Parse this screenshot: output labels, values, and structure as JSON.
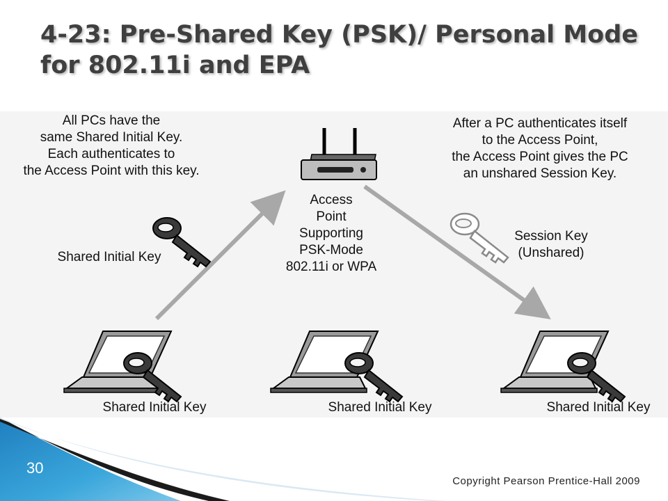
{
  "slide": {
    "title": "4-23: Pre-Shared Key (PSK)/ Personal Mode for 802.11i and EPA",
    "number": "30",
    "copyright": "Copyright Pearson Prentice-Hall 2009"
  },
  "diagram": {
    "left_note": [
      "All PCs have the",
      "same Shared Initial Key.",
      "Each authenticates to",
      "the Access Point with this key."
    ],
    "right_note": [
      "After a PC authenticates itself",
      "to the Access Point,",
      "the Access Point gives the PC",
      "an unshared Session Key."
    ],
    "access_point_label": [
      "Access",
      "Point",
      "Supporting",
      "PSK-Mode",
      "802.11i or WPA"
    ],
    "shared_key_label": "Shared Initial Key",
    "session_key_label": [
      "Session Key",
      "(Unshared)"
    ],
    "pc_labels": [
      "Shared Initial Key",
      "Shared Initial Key",
      "Shared Initial Key"
    ]
  },
  "colors": {
    "title": "#3f3f3f",
    "arrow": "#a8a8a8",
    "dark_key": "#3a3a3a",
    "light_key": "#ffffff",
    "footer_blue": "#2b8fc9"
  }
}
